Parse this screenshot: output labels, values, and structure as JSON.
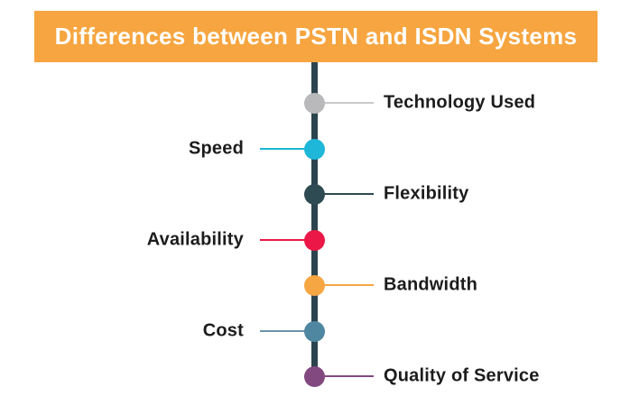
{
  "header": {
    "title": "Differences between PSTN and ISDN Systems",
    "background_color": "#F6A540",
    "text_color": "#FFFFFF"
  },
  "timeline": {
    "line_color": "#2C444E",
    "items": [
      {
        "label": "Technology Used",
        "side": "right",
        "dot_color": "#B9B9BB",
        "connector_color": "#C9C9CB"
      },
      {
        "label": "Speed",
        "side": "left",
        "dot_color": "#1EB6D9",
        "connector_color": "#1EB6D9"
      },
      {
        "label": "Flexibility",
        "side": "right",
        "dot_color": "#2E4A52",
        "connector_color": "#2E4A52"
      },
      {
        "label": "Availability",
        "side": "left",
        "dot_color": "#EB1847",
        "connector_color": "#EB1847"
      },
      {
        "label": "Bandwidth",
        "side": "right",
        "dot_color": "#F7A644",
        "connector_color": "#F7A644"
      },
      {
        "label": "Cost",
        "side": "left",
        "dot_color": "#4F86A0",
        "connector_color": "#6C93A8"
      },
      {
        "label": "Quality of Service",
        "side": "right",
        "dot_color": "#81497F",
        "connector_color": "#81497F"
      }
    ]
  }
}
